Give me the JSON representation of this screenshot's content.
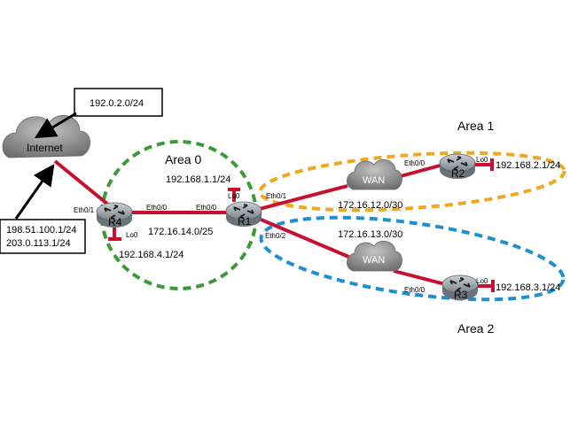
{
  "areas": {
    "area0": "Area 0",
    "area1": "Area 1",
    "area2": "Area 2"
  },
  "clouds": {
    "internet": "Internet",
    "wan_top": "WAN",
    "wan_bottom": "WAN"
  },
  "routers": {
    "r1": "R1",
    "r2": "R2",
    "r3": "R3",
    "r4": "R4"
  },
  "callouts": {
    "internet_prefix": "192.0.2.0/24",
    "r4_public_1": "198.51.100.1/24",
    "r4_public_2": "203.0.113.1/24"
  },
  "interfaces": {
    "r4_eth0_1": "Eth0/1",
    "r4_eth0_0": "Eth0/0",
    "r4_lo0": "Lo0",
    "r1_eth0_0": "Eth0/0",
    "r1_lo0": "Lo0",
    "r1_eth0_1": "Eth0/1",
    "r1_eth0_2": "Eth0/2",
    "r2_eth0_0": "Eth0/0",
    "r2_lo0": "Lo0",
    "r3_eth0_0": "Eth0/0",
    "r3_lo0": "Lo0"
  },
  "networks": {
    "r4_loopback": "192.168.4.1/24",
    "r1_loopback": "192.168.1.1/24",
    "r1_r4_link": "172.16.14.0/25",
    "r1_r2_link": "172.16.12.0/30",
    "r1_r3_link": "172.16.13.0/30",
    "r2_loopback": "192.168.2.1/24",
    "r3_loopback": "192.168.3.1/24"
  },
  "colors": {
    "link": "#c8102e",
    "area0": "#3a9a3a",
    "area1": "#f0a820",
    "area2": "#1e8fd0",
    "router_body": "#9aa3aa",
    "cloud": "#8e8e8e"
  }
}
